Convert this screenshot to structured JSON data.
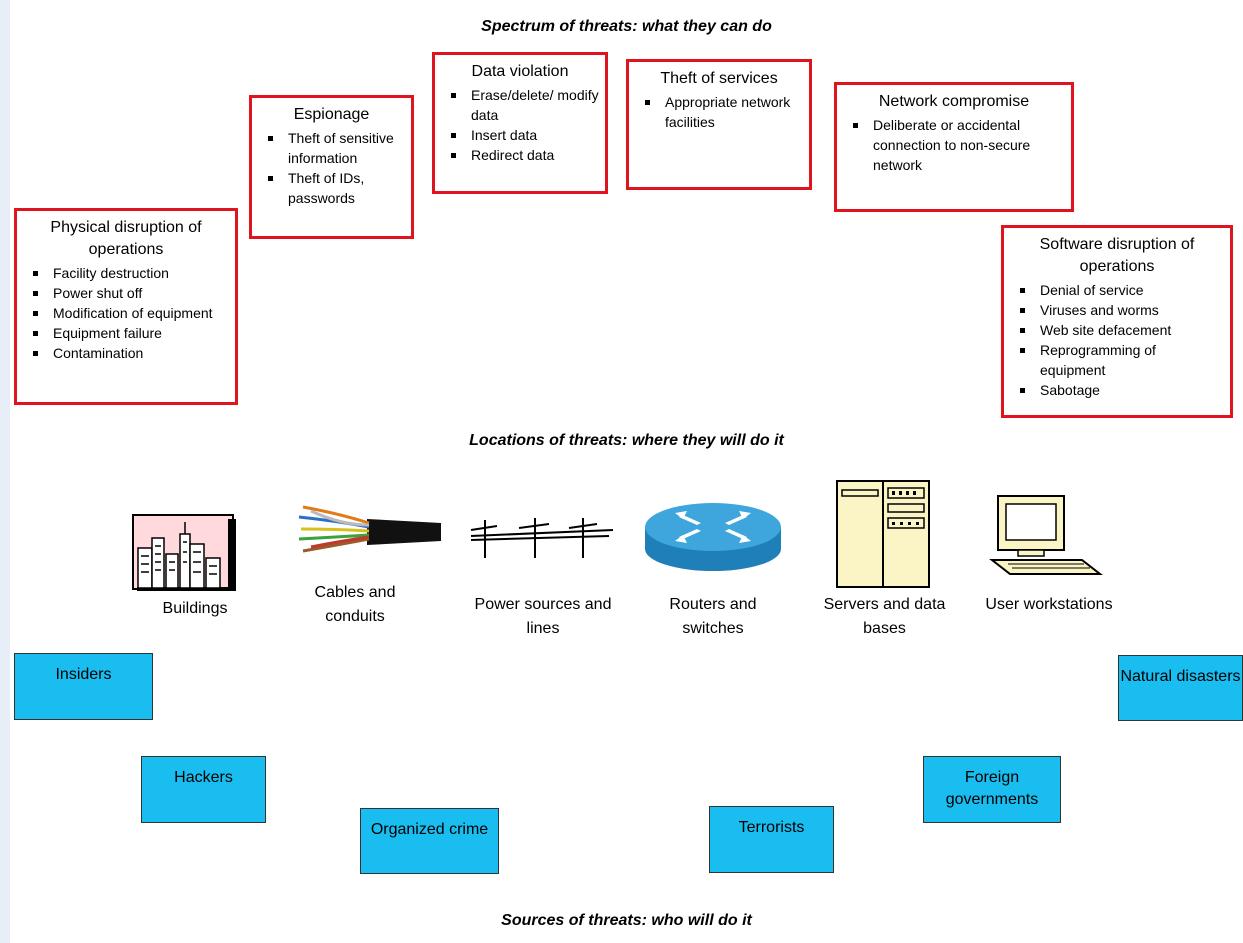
{
  "headings": {
    "spectrum": "Spectrum of threats: what they can do",
    "locations": "Locations of threats: where they will do it",
    "sources": "Sources of threats: who will do it"
  },
  "threats": [
    {
      "title": "Physical disruption of operations",
      "items": [
        "Facility destruction",
        "Power shut off",
        "Modification of equipment",
        "Equipment failure",
        "Contamination"
      ]
    },
    {
      "title": "Espionage",
      "items": [
        "Theft of sensitive information",
        "Theft of IDs, passwords"
      ]
    },
    {
      "title": "Data violation",
      "items": [
        "Erase/delete/ modify data",
        "Insert data",
        "Redirect data"
      ]
    },
    {
      "title": "Theft of services",
      "items": [
        "Appropriate network facilities"
      ]
    },
    {
      "title": "Network compromise",
      "items": [
        "Deliberate or accidental connection to non-secure network"
      ]
    },
    {
      "title": "Software disruption of operations",
      "items": [
        "Denial of service",
        "Viruses and worms",
        "Web site defacement",
        "Reprogramming of equipment",
        "Sabotage"
      ]
    }
  ],
  "locations": [
    {
      "label": "Buildings",
      "icon": "buildings-icon"
    },
    {
      "label": "Cables and conduits",
      "icon": "cables-icon"
    },
    {
      "label": "Power sources and lines",
      "icon": "power-lines-icon"
    },
    {
      "label": "Routers and switches",
      "icon": "router-icon"
    },
    {
      "label": "Servers and data bases",
      "icon": "server-icon"
    },
    {
      "label": "User workstations",
      "icon": "workstation-icon"
    }
  ],
  "sources": [
    "Insiders",
    "Hackers",
    "Organized crime",
    "Terrorists",
    "Foreign governments",
    "Natural disasters"
  ],
  "colors": {
    "threat_border": "#e0141e",
    "source_fill": "#19bdf0",
    "page_margin": "#e8eef7"
  }
}
